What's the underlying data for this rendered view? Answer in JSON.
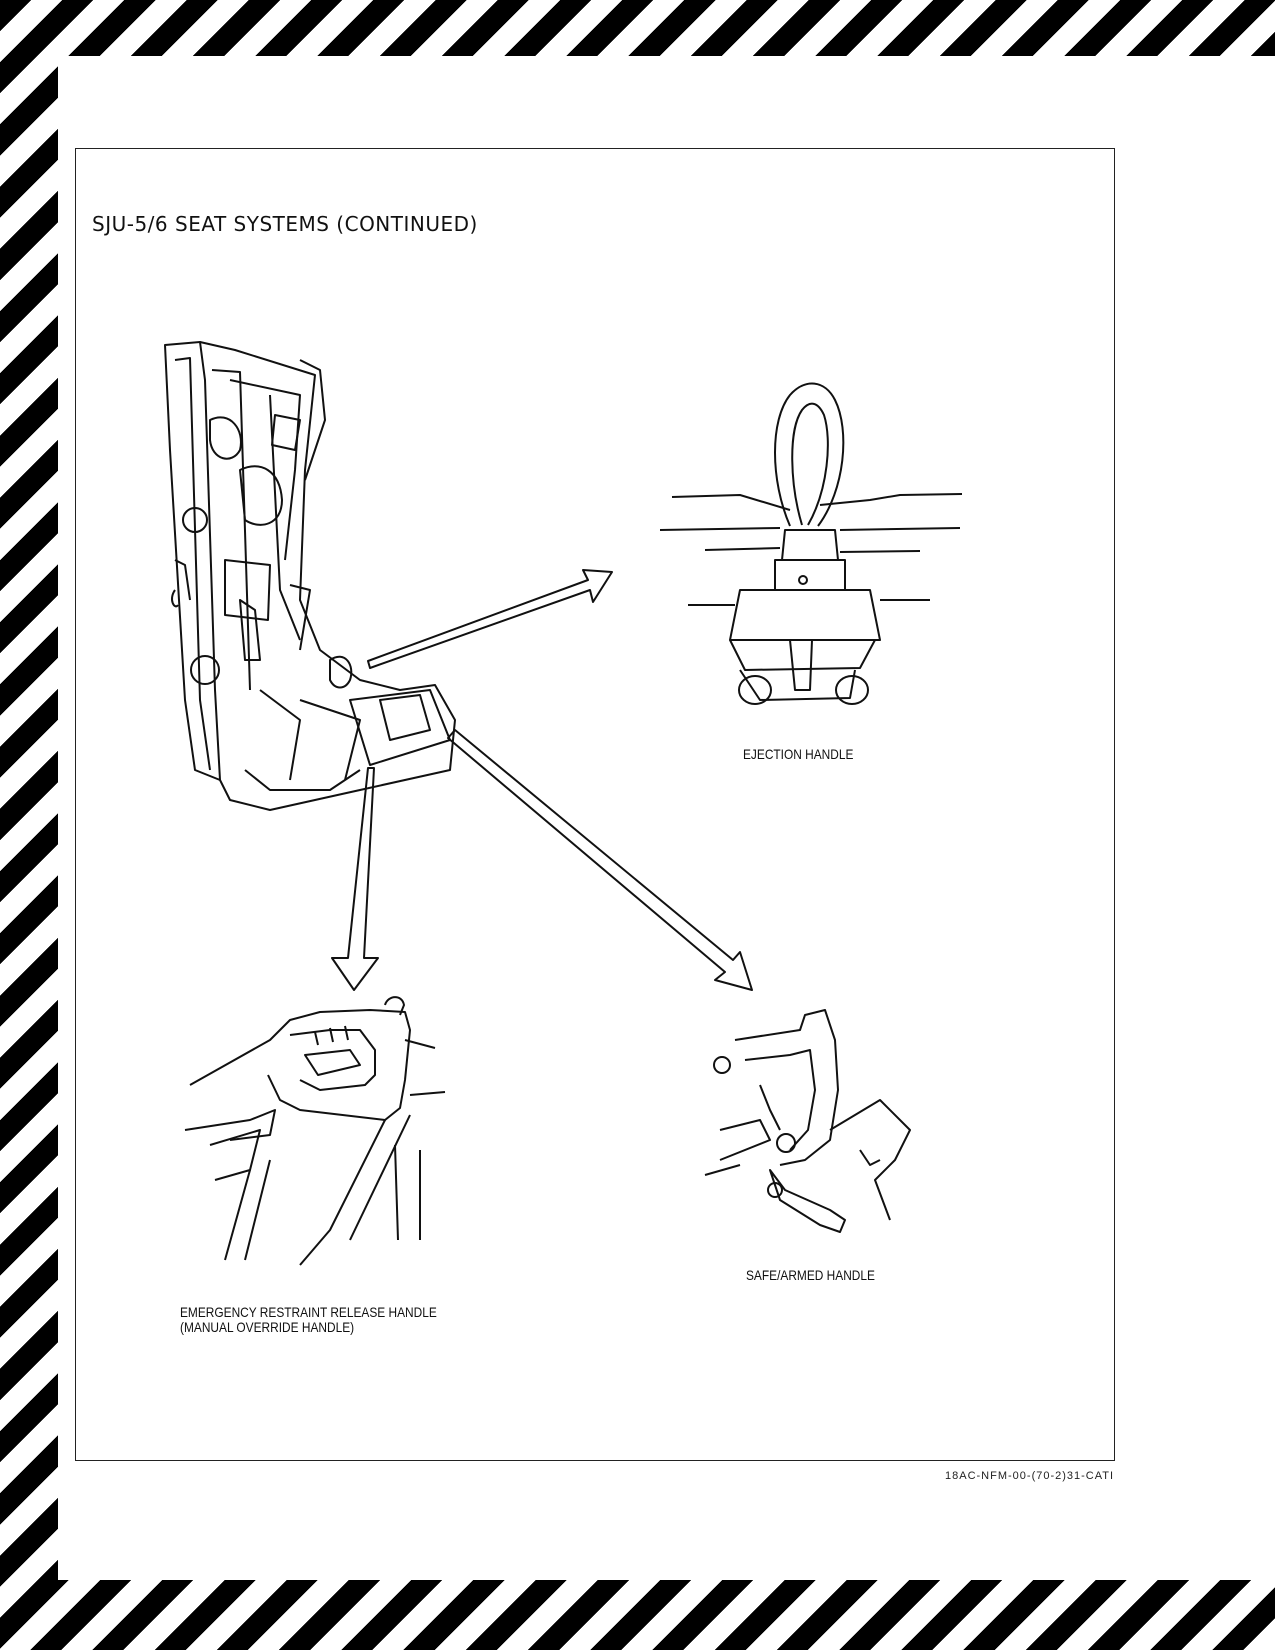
{
  "page": {
    "title": "SJU-5/6 SEAT SYSTEMS (CONTINUED)",
    "figure_code": "18AC-NFM-00-(70-2)31-CATI"
  },
  "callouts": {
    "ejection_handle": "EJECTION HANDLE",
    "safe_armed_handle": "SAFE/ARMED HANDLE",
    "restraint_line1": "EMERGENCY RESTRAINT RELEASE HANDLE",
    "restraint_line2": "(MANUAL OVERRIDE HANDLE)"
  }
}
